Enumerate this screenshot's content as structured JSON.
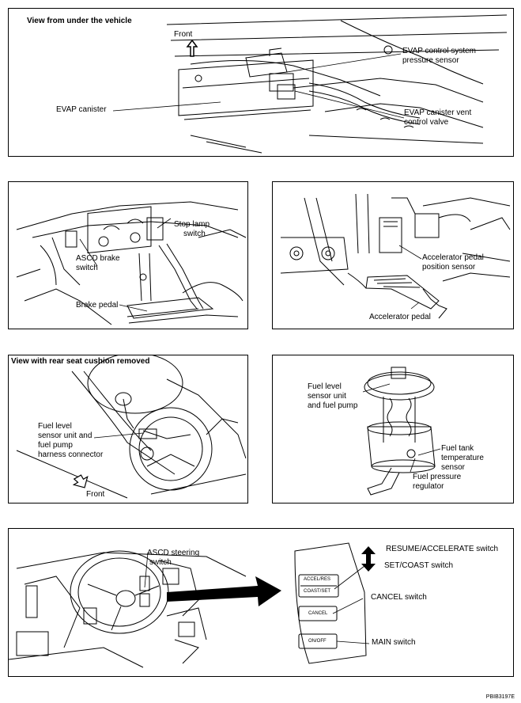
{
  "panel1": {
    "header": "View from under the vehicle",
    "front": "Front",
    "evap_canister": "EVAP canister",
    "pressure_sensor_l1": "EVAP control system",
    "pressure_sensor_l2": "pressure sensor",
    "vent_valve_l1": "EVAP canister vent",
    "vent_valve_l2": "control valve"
  },
  "panel2": {
    "stop_lamp_l1": "Stop lamp",
    "stop_lamp_l2": "switch",
    "ascd_brake_l1": "ASCD brake",
    "ascd_brake_l2": "switch",
    "brake_pedal": "Brake pedal"
  },
  "panel3": {
    "app_sensor_l1": "Accelerator pedal",
    "app_sensor_l2": "position sensor",
    "accel_pedal": "Accelerator pedal"
  },
  "panel4": {
    "header": "View with rear seat cushion removed",
    "conn_l1": "Fuel level",
    "conn_l2": "sensor unit and",
    "conn_l3": "fuel pump",
    "conn_l4": "harness connector",
    "front": "Front"
  },
  "panel5": {
    "unit_l1": "Fuel level",
    "unit_l2": "sensor unit",
    "unit_l3": "and fuel pump",
    "temp_l1": "Fuel tank",
    "temp_l2": "temperature",
    "temp_l3": "sensor",
    "reg_l1": "Fuel pressure",
    "reg_l2": "regulator"
  },
  "panel6": {
    "steer_l1": "ASCD steering",
    "steer_l2": "switch",
    "resume": "RESUME/ACCELERATE switch",
    "setcoast": "SET/COAST switch",
    "cancel": "CANCEL switch",
    "main": "MAIN switch",
    "btn_accel": "ACCEL/RES",
    "btn_coast": "COAST/SET",
    "btn_cancel": "CANCEL",
    "btn_onoff": "ON/OFF"
  },
  "doc_code": "PBIB3197E"
}
